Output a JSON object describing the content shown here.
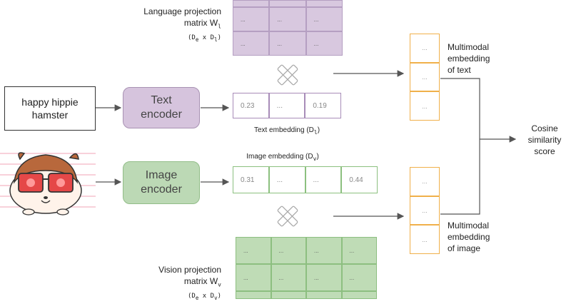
{
  "input_text": {
    "line1": "happy hippie",
    "line2": "hamster"
  },
  "text_encoder": {
    "line1": "Text",
    "line2": "encoder"
  },
  "image_encoder": {
    "line1": "Image",
    "line2": "encoder"
  },
  "lang_matrix": {
    "line1": "Language projection",
    "line2": "matrix W",
    "sub": "l",
    "dims": "(D",
    "dims_a": "e",
    "dims_x": "x D",
    "dims_b": "l",
    "dims_end": ")"
  },
  "vision_matrix": {
    "line1": "Vision projection",
    "line2": "matrix W",
    "sub": "v",
    "dims": "(D",
    "dims_a": "e",
    "dims_x": "x D",
    "dims_b": "v",
    "dims_end": ")"
  },
  "text_embedding": {
    "label": "Text embedding (D",
    "sub": "l",
    "end": ")",
    "cells": [
      "0.23",
      "...",
      "0.19"
    ]
  },
  "image_embedding": {
    "label": "Image embedding (D",
    "sub": "v",
    "end": ")",
    "cells": [
      "0.31",
      "...",
      "...",
      "0.44"
    ]
  },
  "mm_text": {
    "line1": "Multimodal",
    "line2": "embedding",
    "line3": "of text",
    "cells": [
      "...",
      "...",
      "..."
    ]
  },
  "mm_image": {
    "line1": "Multimodal",
    "line2": "embedding",
    "line3": "of image",
    "cells": [
      "...",
      "...",
      "..."
    ]
  },
  "cosine": {
    "line1": "Cosine",
    "line2": "similarity",
    "line3": "score"
  },
  "matrix_cell": "...",
  "colors": {
    "purple": "#d6c4dd",
    "green": "#bcd9b5",
    "orange": "#f0b04a"
  }
}
